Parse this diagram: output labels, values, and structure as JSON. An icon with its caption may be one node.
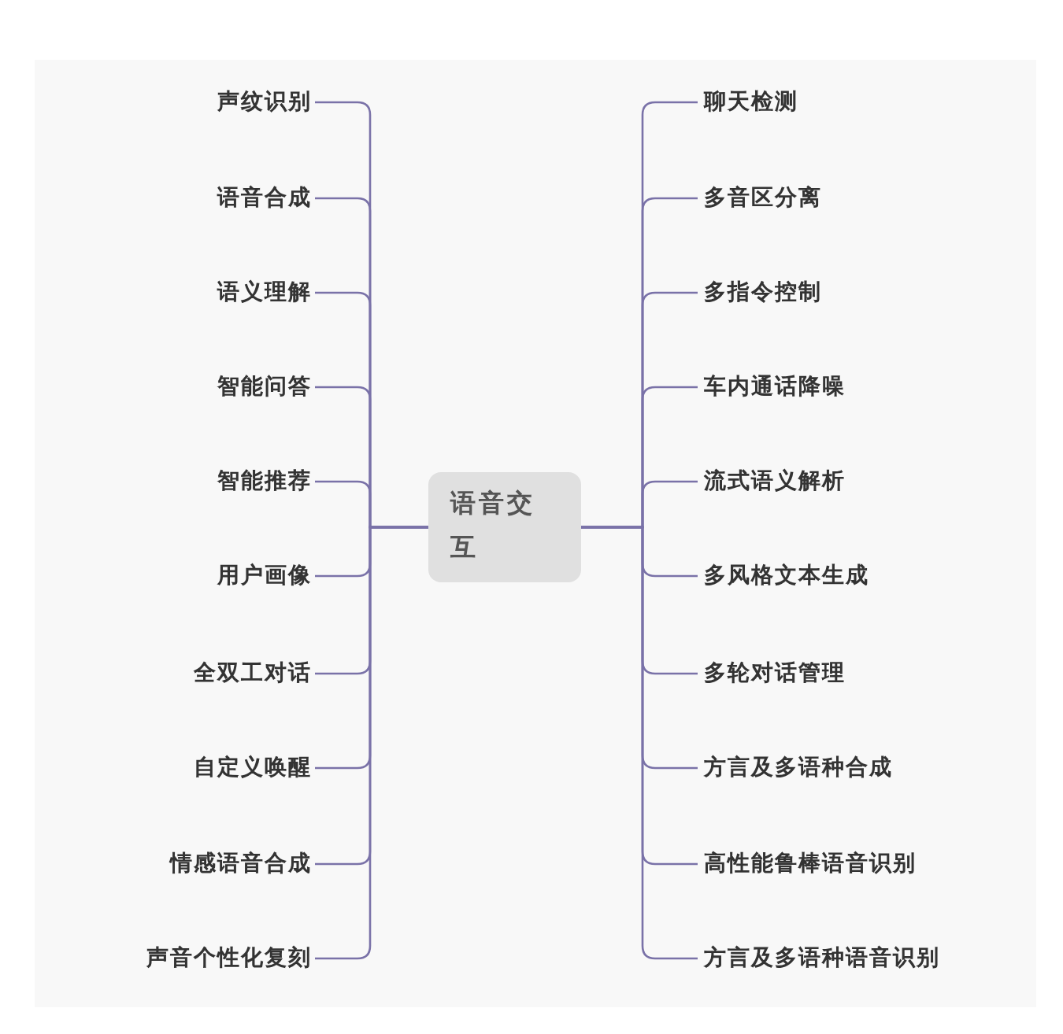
{
  "diagram": {
    "nodes": [
      {
        "text": [
          "语音交互"
        ]
      },
      {
        "text": [
          "声纹识别"
        ]
      },
      {
        "text": [
          "语音合成"
        ]
      },
      {
        "text": [
          "语义理解"
        ]
      },
      {
        "text": [
          "智能问答"
        ]
      },
      {
        "text": [
          "智能推荐"
        ]
      },
      {
        "text": [
          "用户画像"
        ]
      },
      {
        "text": [
          "全双工对话"
        ]
      },
      {
        "text": [
          "自定义唤醒"
        ]
      },
      {
        "text": [
          "情感语音合成"
        ]
      },
      {
        "text": [
          "声音个性化复刻"
        ]
      },
      {
        "text": [
          "聊天检测"
        ]
      },
      {
        "text": [
          "多音区分离"
        ]
      },
      {
        "text": [
          "多指令控制"
        ]
      },
      {
        "text": [
          "车内通话降噪"
        ]
      },
      {
        "text": [
          "流式语义解析"
        ]
      },
      {
        "text": [
          "多风格文本生成"
        ]
      },
      {
        "text": [
          "多轮对话管理"
        ]
      },
      {
        "text": [
          "方言及多语种合成"
        ]
      },
      {
        "text": [
          "高性能鲁棒语音识别"
        ]
      },
      {
        "text": [
          "方言及多语种语音识别"
        ]
      }
    ],
    "edges": [
      {
        "from": 0,
        "to": 1,
        "arrow": "none"
      },
      {
        "from": 0,
        "to": 2,
        "arrow": "none"
      },
      {
        "from": 0,
        "to": 3,
        "arrow": "none"
      },
      {
        "from": 0,
        "to": 4,
        "arrow": "none"
      },
      {
        "from": 0,
        "to": 5,
        "arrow": "none"
      },
      {
        "from": 0,
        "to": 6,
        "arrow": "none"
      },
      {
        "from": 0,
        "to": 7,
        "arrow": "none"
      },
      {
        "from": 0,
        "to": 8,
        "arrow": "none"
      },
      {
        "from": 0,
        "to": 9,
        "arrow": "none"
      },
      {
        "from": 0,
        "to": 10,
        "arrow": "none"
      },
      {
        "from": 0,
        "to": 11,
        "arrow": "none"
      },
      {
        "from": 0,
        "to": 12,
        "arrow": "none"
      },
      {
        "from": 0,
        "to": 13,
        "arrow": "none"
      },
      {
        "from": 0,
        "to": 14,
        "arrow": "none"
      },
      {
        "from": 0,
        "to": 15,
        "arrow": "none"
      },
      {
        "from": 0,
        "to": 16,
        "arrow": "none"
      },
      {
        "from": 0,
        "to": 17,
        "arrow": "none"
      },
      {
        "from": 0,
        "to": 18,
        "arrow": "none"
      },
      {
        "from": 0,
        "to": 19,
        "arrow": "none"
      },
      {
        "from": 0,
        "to": 20,
        "arrow": "none"
      }
    ]
  }
}
